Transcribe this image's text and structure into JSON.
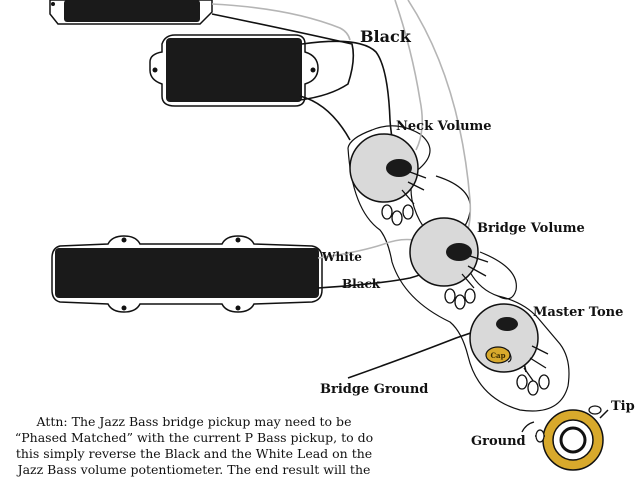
{
  "labels": {
    "black_top": "Black",
    "neck_volume": "Neck Volume",
    "bridge_volume": "Bridge Volume",
    "white": "White",
    "black_mid": "Black",
    "master_tone": "Master Tone",
    "cap": "Cap",
    "bridge_ground": "Bridge Ground",
    "tip": "Tip",
    "ground": "Ground"
  },
  "note": "Attn: The Jazz  Bass bridge pickup may need to be “Phased Matched” with the current P Bass pickup, to do this simply reverse the Black and the White Lead on the Jazz Bass volume potentiometer. The end result will the white lead",
  "colors": {
    "pickup": "#1a1a1a",
    "pot_body": "#d9d9d9",
    "wire_black": "#111111",
    "wire_white": "#b5b5b5",
    "cap": "#d8a92c",
    "jack_ring": "#d8a92c"
  }
}
